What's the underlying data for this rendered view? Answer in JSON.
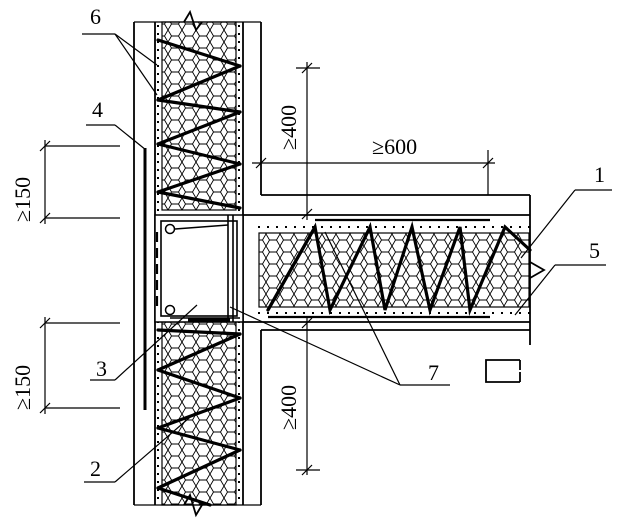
{
  "callouts": [
    "1",
    "2",
    "3",
    "4",
    "5",
    "6",
    "7"
  ],
  "dimensions": {
    "top_left_150": "≥150",
    "bottom_left_150": "≥150",
    "top_vertical_400": "≥400",
    "bottom_vertical_400": "≥400",
    "horizontal_600": "≥600"
  }
}
